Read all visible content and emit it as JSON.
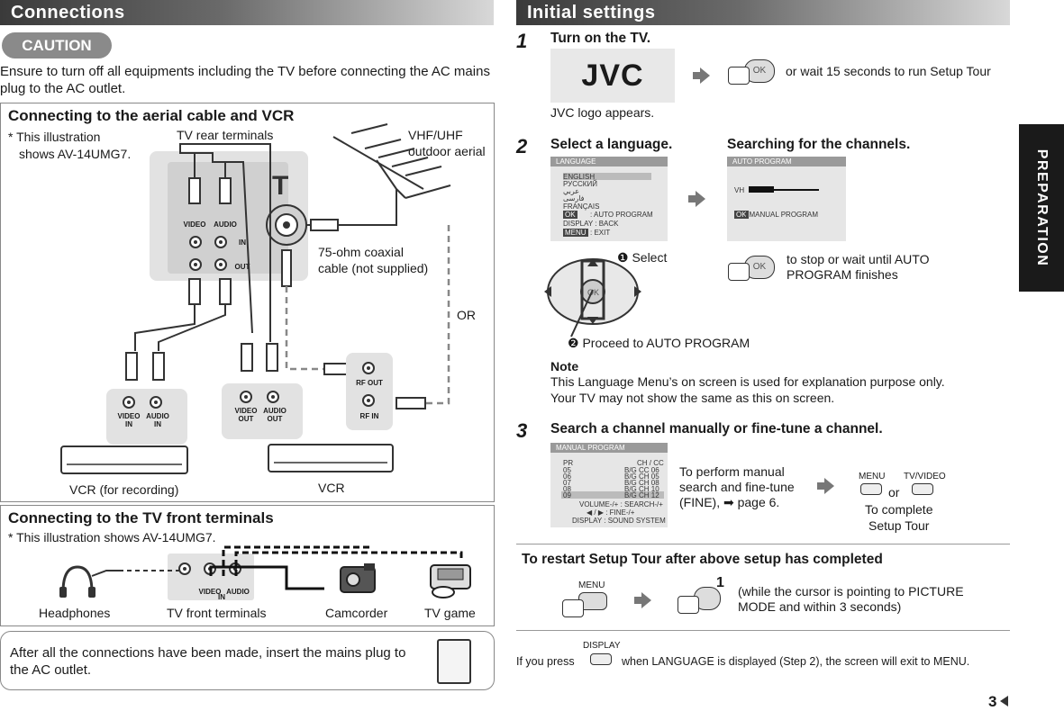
{
  "left": {
    "header": "Connections",
    "caution": "CAUTION",
    "caution_text": "Ensure to turn off all equipments including the TV before connecting the AC mains plug to the AC outlet.",
    "aerial": {
      "title": "Connecting to the aerial cable and VCR",
      "note_1": "* This illustration",
      "note_2": "shows AV-14UMG7.",
      "tv_rear": "TV rear terminals",
      "aerial_1": "VHF/UHF",
      "aerial_2": "outdoor aerial",
      "coax_1": "75-ohm coaxial",
      "coax_2": "cable (not supplied)",
      "or": "OR",
      "video": "VIDEO",
      "audio": "AUDIO",
      "in": "IN",
      "out": "OUT",
      "vcr_rec_video": "VIDEO",
      "vcr_rec_audio": "AUDIO",
      "vcr_rec_in1": "IN",
      "vcr_rec_in2": "IN",
      "vcr_video": "VIDEO",
      "vcr_audio": "AUDIO",
      "vcr_out1": "OUT",
      "vcr_out2": "OUT",
      "rf_out": "RF OUT",
      "rf_in": "RF IN",
      "vcr_recording": "VCR (for recording)",
      "vcr": "VCR"
    },
    "front": {
      "title": "Connecting to the TV front terminals",
      "note": "* This illustration shows AV-14UMG7.",
      "headphones": "Headphones",
      "tv_front": "TV front terminals",
      "camcorder": "Camcorder",
      "tv_game": "TV game",
      "jack_video": "VIDEO",
      "jack_audio": "AUDIO",
      "jack_in": "IN"
    },
    "final": "After all the connections have been made, insert the mains plug to the AC outlet."
  },
  "right": {
    "header": "Initial settings",
    "side_tab": "PREPARATION",
    "step1": {
      "num": "1",
      "title": "Turn on the TV.",
      "logo": "JVC",
      "caption": "JVC logo appears.",
      "ok": "OK",
      "wait": "or wait 15 seconds to run Setup Tour"
    },
    "step2": {
      "num": "2",
      "title": "Select a language.",
      "search_title": "Searching for the channels.",
      "lang_menu": {
        "bar": "LANGUAGE",
        "items": [
          "ENGLISH",
          "РУССКИЙ",
          "عربي",
          "فارسی",
          "FRANÇAIS"
        ],
        "ok_key": "OK",
        "ok_text": ": AUTO PROGRAM",
        "display_text": "DISPLAY : BACK",
        "menu_key": "MENU",
        "menu_text": ": EXIT"
      },
      "auto_menu": {
        "bar": "AUTO PROGRAM",
        "vh": "VH",
        "ok_key": "OK",
        "manual": ": MANUAL PROGRAM"
      },
      "select": "❶ Select",
      "proceed": "❷ Proceed to AUTO PROGRAM",
      "ok": "OK",
      "stop_1": "to stop or wait until AUTO",
      "stop_2": "PROGRAM finishes",
      "note_title": "Note",
      "note_1": "This Language Menu’s on screen is used for explanation purpose only.",
      "note_2": "Your TV may not show the same as this on screen."
    },
    "step3": {
      "num": "3",
      "title": "Search a channel manually or fine-tune a channel.",
      "manual_menu": {
        "bar": "MANUAL PROGRAM",
        "head_pr": "PR",
        "head_ch": "CH / CC",
        "rows": [
          {
            "pr": "05",
            "ch": "B/G  CC  06"
          },
          {
            "pr": "06",
            "ch": "B/G  CH  05"
          },
          {
            "pr": "07",
            "ch": "B/G  CH  08"
          },
          {
            "pr": "08",
            "ch": "B/G  CH  10"
          },
          {
            "pr": "09",
            "ch": "B/G  CH  12"
          }
        ],
        "footer_1": "VOLUME-/+ : SEARCH-/+",
        "footer_2": "◀ / ▶         : FINE-/+",
        "footer_3": "DISPLAY : SOUND SYSTEM"
      },
      "desc_1": "To perform manual",
      "desc_2": "search and fine-tune",
      "desc_3": "(FINE), ➡ page 6.",
      "menu_key": "MENU",
      "tvvideo_key": "TV/VIDEO",
      "or": "or",
      "complete_1": "To complete",
      "complete_2": "Setup Tour"
    },
    "restart": {
      "title": "To restart Setup Tour after above setup has completed",
      "menu_key": "MENU",
      "one": "1",
      "desc_1": "(while the cursor is pointing to PICTURE",
      "desc_2": "MODE and within 3 seconds)"
    },
    "display": {
      "prefix": "If you press",
      "key": "DISPLAY",
      "suffix": "when LANGUAGE is displayed (Step 2), the screen will exit to MENU."
    },
    "page": "3"
  }
}
